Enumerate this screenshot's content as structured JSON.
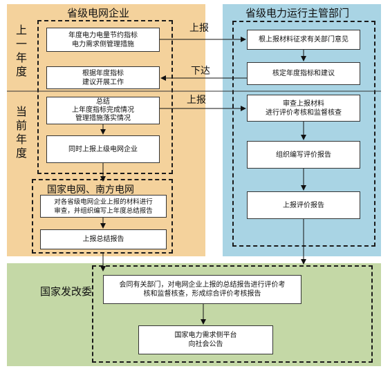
{
  "sections": {
    "enterprise": {
      "title": "省级电网企业"
    },
    "authority": {
      "title": "省级电力运行主管部门"
    },
    "ndrc": {
      "title": "国家发改委"
    }
  },
  "periods": {
    "previous_year": "上\n一\n年\n度",
    "current_year": "当\n前\n年\n度"
  },
  "arrow_labels": {
    "report_1": "上报",
    "issue": "下达",
    "report_2": "上报"
  },
  "enterprise_steps": [
    "年度电力电量节约指标\n电力需求侧管理措施",
    "根据年度指标\n建议开展工作",
    "总结\n上年度指标完成情况\n管理措施落实情况",
    "同时上报上级电网企业"
  ],
  "grid_group": {
    "title": "国家电网、南方电网",
    "steps": [
      "对各省级电网企业上报的材料进行\n审查，并组织编写上年度总结报告",
      "上报总结报告"
    ]
  },
  "authority_steps": [
    "根上报材料征求有关部门意见",
    "核定年度指标和建议",
    "审查上报材料\n进行评价考核和监督核查",
    "组织编写评价报告",
    "上报评价报告"
  ],
  "ndrc_steps": [
    "会同有关部门，对电网企业上报的总结报告进行评价考\n核和监督核查，形成综合评价考核报告",
    "国家电力需求侧平台\n向社会公告"
  ]
}
